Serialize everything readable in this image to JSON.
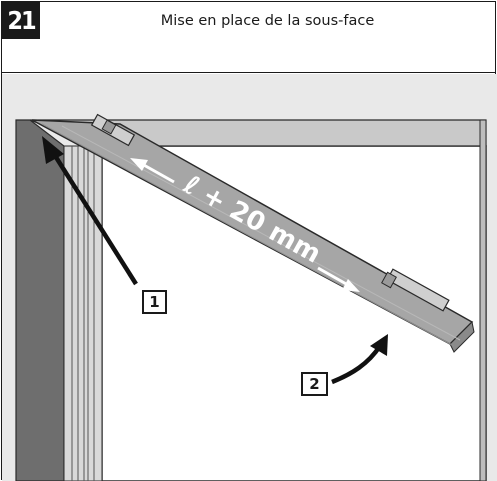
{
  "step": {
    "number": "21"
  },
  "header": {
    "title": "Mise en place de la sous-face"
  },
  "illustration": {
    "dimension_label": "ℓ + 20 mm",
    "callouts": [
      "1",
      "2"
    ]
  }
}
